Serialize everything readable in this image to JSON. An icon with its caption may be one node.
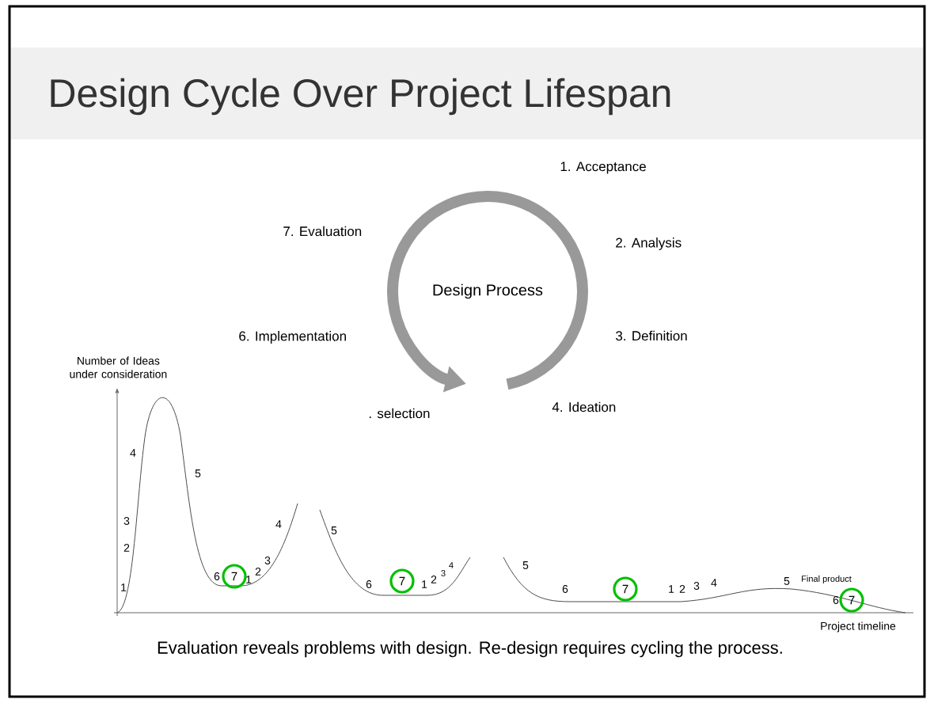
{
  "diagram": {
    "title": "Design Cycle Over Project Lifespan",
    "caption": "Evaluation reveals problems with design. Re-design requires cycling the process.",
    "nodes": [
      {
        "text": [
          "Design Process"
        ]
      },
      {
        "text": [
          "7"
        ]
      },
      {
        "text": [
          "7"
        ]
      },
      {
        "text": [
          "7"
        ]
      },
      {
        "text": [
          "7"
        ]
      }
    ],
    "labels": [
      "1. Acceptance",
      "7. Evaluation",
      "2. Analysis",
      "6. Implementation",
      "3. Definition",
      "Number of Ideas under consideration",
      "4. Ideation",
      ". selection",
      "4",
      "5",
      "3",
      "2",
      "1",
      "6",
      "1",
      "2",
      "3",
      "4",
      "5",
      "6",
      "1",
      "2",
      "3",
      "4",
      "5",
      "6",
      "1",
      "2",
      "3",
      "4",
      "5",
      "Final product",
      "6",
      "Project timeline"
    ]
  }
}
